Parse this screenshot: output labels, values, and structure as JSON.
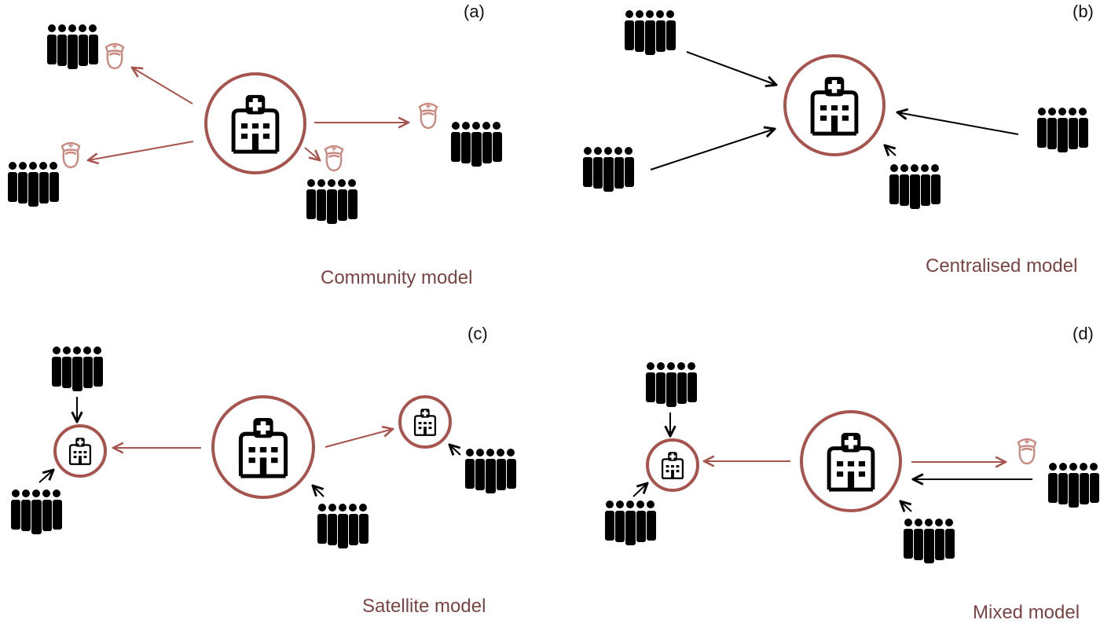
{
  "colors": {
    "accent": "#a8544e",
    "nurse": "#c98a82",
    "title": "#7a4444",
    "ink": "#000000"
  },
  "panels": [
    {
      "label": "(a)",
      "title": "Community model"
    },
    {
      "label": "(b)",
      "title": "Centralised model"
    },
    {
      "label": "(c)",
      "title": "Satellite model"
    },
    {
      "label": "(d)",
      "title": "Mixed model"
    }
  ],
  "icons": {
    "hospital": "hospital-icon",
    "crowd": "crowd-icon",
    "nurse": "nurse-icon"
  }
}
